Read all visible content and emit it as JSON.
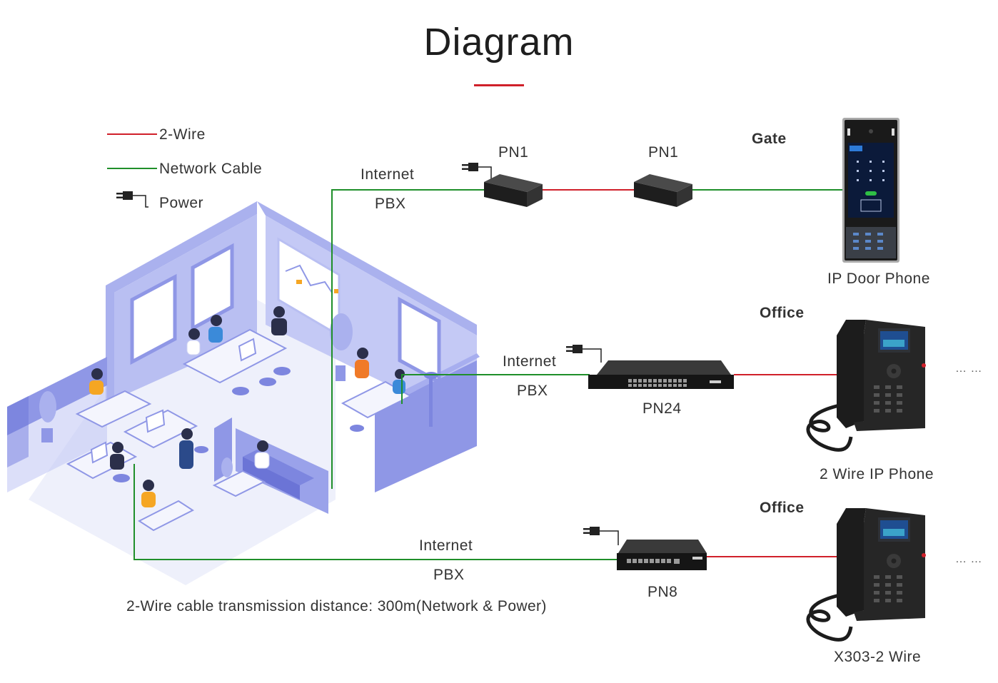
{
  "title": "Diagram",
  "legend": {
    "two_wire": "2-Wire",
    "network_cable": "Network Cable",
    "power": "Power"
  },
  "colors": {
    "two_wire": "#d0202a",
    "network_cable": "#1f8f2a",
    "accent": "#d0202a",
    "office_illustration": "#8f97e6"
  },
  "gate_row": {
    "internet": "Internet",
    "pbx": "PBX",
    "injector_left": "PN1",
    "injector_right": "PN1",
    "location": "Gate",
    "device": "IP Door Phone"
  },
  "office_row_1": {
    "internet": "Internet",
    "pbx": "PBX",
    "switch": "PN24",
    "location": "Office",
    "device": "2 Wire IP Phone",
    "ellipsis": "… …"
  },
  "office_row_2": {
    "internet": "Internet",
    "pbx": "PBX",
    "switch": "PN8",
    "location": "Office",
    "device": "X303-2 Wire",
    "ellipsis": "… …"
  },
  "footnote": "2-Wire cable transmission distance: 300m(Network & Power)"
}
